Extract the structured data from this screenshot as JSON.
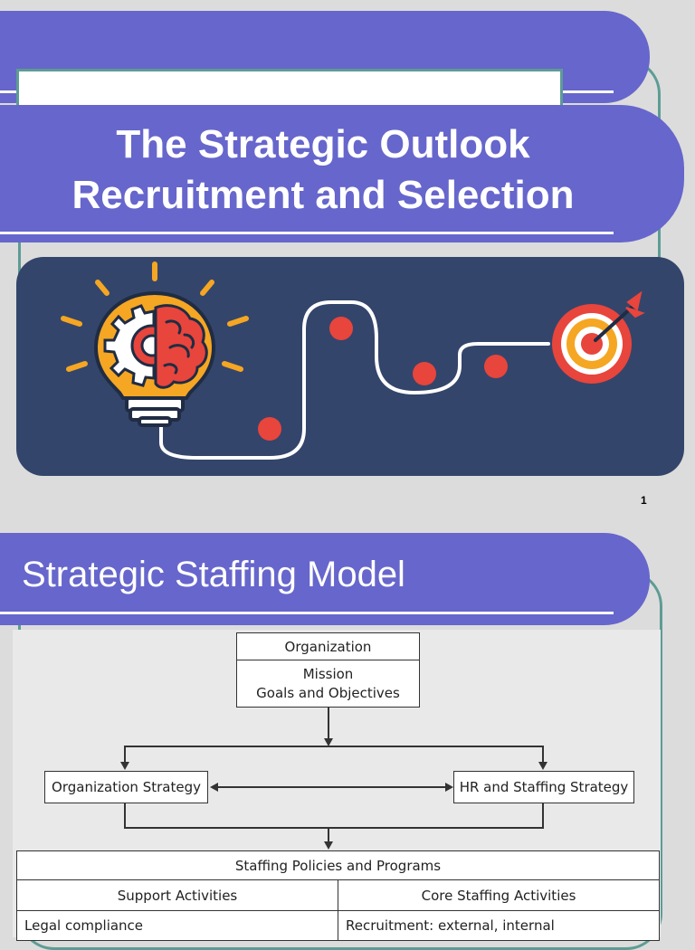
{
  "slide1": {
    "title_line1": "The Strategic Outlook",
    "title_line2": "Recruitment and Selection",
    "page_number": "1",
    "illustration": {
      "icons": [
        "lightbulb-icon",
        "gear-icon",
        "brain-icon",
        "target-icon",
        "arrow-icon"
      ]
    }
  },
  "slide2": {
    "title": "Strategic Staffing Model",
    "diagram": {
      "organization_header": "Organization",
      "mission": "Mission",
      "goals": "Goals and Objectives",
      "org_strategy": "Organization Strategy",
      "hr_strategy": "HR and Staffing Strategy",
      "policies_header": "Staffing Policies and Programs",
      "support_header": "Support Activities",
      "core_header": "Core Staffing Activities",
      "support_row1": "Legal compliance",
      "core_row1": "Recruitment: external, internal"
    }
  },
  "colors": {
    "title_bar": "#6666cc",
    "frame_teal": "#5d9c94",
    "illustration_bg": "#34456b",
    "accent_red": "#e8453c",
    "bulb_orange": "#f5a623"
  }
}
